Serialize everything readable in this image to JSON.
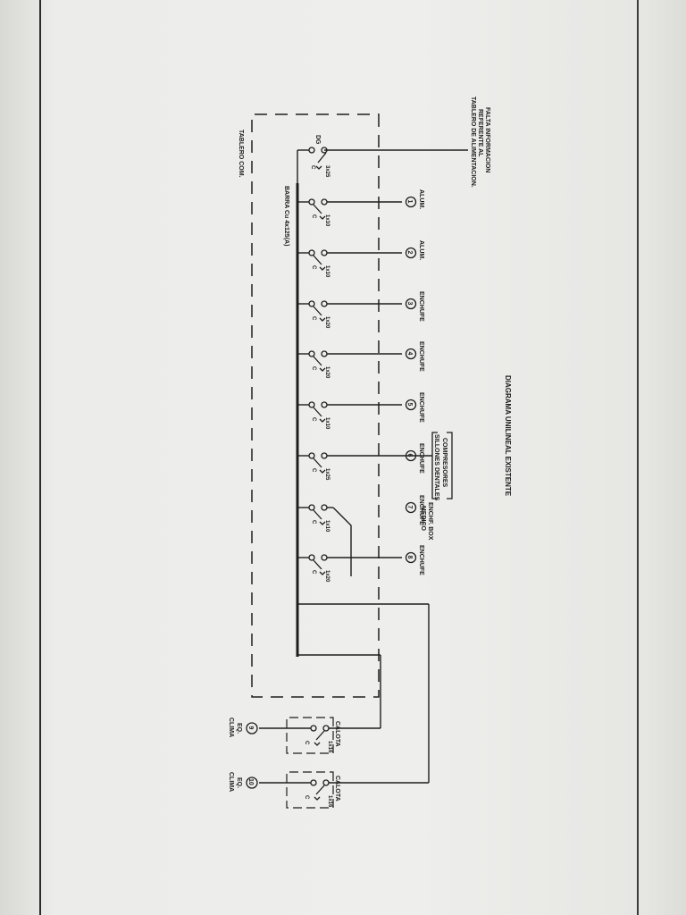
{
  "diagram": {
    "title": "DIAGRAMA UNILINEAL EXISTENTE",
    "note": [
      "FALTA INFORMACION",
      "REFERENTE AL",
      "TABLERO DE ALIMENTACION."
    ],
    "board_label": "TABLERO COM.",
    "busbar_label": "BARRA Cu 4x125(A)",
    "main_breaker": {
      "id": "DG",
      "rating": "3x25",
      "curve": "C"
    },
    "circuits": [
      {
        "num": "1",
        "type": "ALUM.",
        "rating": "1x10",
        "curve": "C"
      },
      {
        "num": "2",
        "type": "ALUM.",
        "rating": "1x10",
        "curve": "C"
      },
      {
        "num": "3",
        "type": "ENCHUFE",
        "rating": "1x20",
        "curve": "C"
      },
      {
        "num": "4",
        "type": "ENCHUFE",
        "rating": "1x20",
        "curve": "C"
      },
      {
        "num": "5",
        "type": "ENCHUFE",
        "rating": "1x10",
        "curve": "C"
      },
      {
        "num": "6",
        "type": "ENCHUFE",
        "rating": "1x25",
        "curve": "C"
      },
      {
        "num": "7",
        "type": "ENCHUFE",
        "rating": "1x10",
        "curve": "C"
      },
      {
        "num": "8",
        "type": "ENCHUFE",
        "rating": "1x20",
        "curve": "C"
      }
    ],
    "group_box": [
      "COMPRESORES",
      "SILLONES DENTALES"
    ],
    "box_note": [
      "ENCHF. BOX",
      "MEDICO"
    ],
    "clima": [
      {
        "num": "9",
        "label": [
          "EQ.",
          "CLIMA"
        ],
        "rating": "1x16",
        "curve": "C",
        "box": "CALOTA"
      },
      {
        "num": "10",
        "label": [
          "EQ.",
          "CLIMA"
        ],
        "rating": "1x16",
        "curve": "C",
        "box": "CALOTA"
      }
    ]
  }
}
